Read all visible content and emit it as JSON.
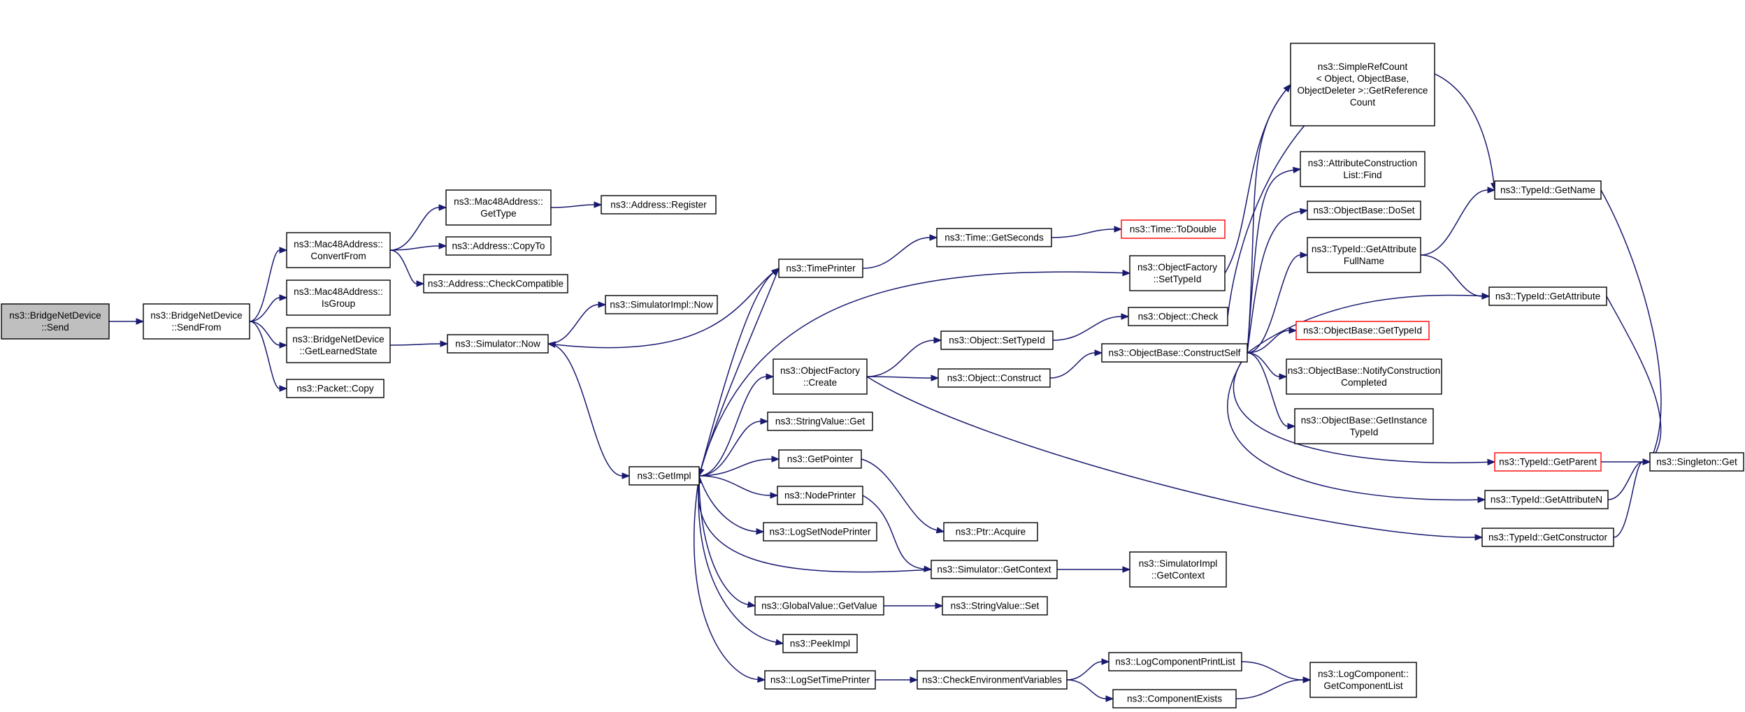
{
  "diagram": {
    "edge_color": "#191970",
    "root_fill": "#bfbfbf",
    "truncated_border_color": "#ff0000",
    "nodes": [
      {
        "id": "send",
        "lines": [
          "ns3::BridgeNetDevice",
          "::Send"
        ],
        "style": "root"
      },
      {
        "id": "sendfrom",
        "lines": [
          "ns3::BridgeNetDevice",
          "::SendFrom"
        ]
      },
      {
        "id": "convertfrom",
        "lines": [
          "ns3::Mac48Address::",
          "ConvertFrom"
        ]
      },
      {
        "id": "isgroup",
        "lines": [
          "ns3::Mac48Address::",
          "IsGroup"
        ]
      },
      {
        "id": "getlearned",
        "lines": [
          "ns3::BridgeNetDevice",
          "::GetLearnedState"
        ]
      },
      {
        "id": "pktcopy",
        "lines": [
          "ns3::Packet::Copy"
        ]
      },
      {
        "id": "mgettype",
        "lines": [
          "ns3::Mac48Address::",
          "GetType"
        ]
      },
      {
        "id": "acopyto",
        "lines": [
          "ns3::Address::CopyTo"
        ]
      },
      {
        "id": "acheck",
        "lines": [
          "ns3::Address::CheckCompatible"
        ]
      },
      {
        "id": "aregister",
        "lines": [
          "ns3::Address::Register"
        ]
      },
      {
        "id": "simnow",
        "lines": [
          "ns3::Simulator::Now"
        ]
      },
      {
        "id": "implnow",
        "lines": [
          "ns3::SimulatorImpl::Now"
        ]
      },
      {
        "id": "getimpl",
        "lines": [
          "ns3::GetImpl"
        ]
      },
      {
        "id": "timeprinter",
        "lines": [
          "ns3::TimePrinter"
        ]
      },
      {
        "id": "ofcreate",
        "lines": [
          "ns3::ObjectFactory",
          "::Create"
        ]
      },
      {
        "id": "strget",
        "lines": [
          "ns3::StringValue::Get"
        ]
      },
      {
        "id": "getpointer",
        "lines": [
          "ns3::GetPointer"
        ]
      },
      {
        "id": "nodeprinter",
        "lines": [
          "ns3::NodePrinter"
        ]
      },
      {
        "id": "logsetnode",
        "lines": [
          "ns3::LogSetNodePrinter"
        ]
      },
      {
        "id": "gvgetvalue",
        "lines": [
          "ns3::GlobalValue::GetValue"
        ]
      },
      {
        "id": "peekimpl",
        "lines": [
          "ns3::PeekImpl"
        ]
      },
      {
        "id": "logsettime",
        "lines": [
          "ns3::LogSetTimePrinter"
        ]
      },
      {
        "id": "getseconds",
        "lines": [
          "ns3::Time::GetSeconds"
        ]
      },
      {
        "id": "todouble",
        "lines": [
          "ns3::Time::ToDouble"
        ],
        "style": "truncated"
      },
      {
        "id": "ofsettypeid",
        "lines": [
          "ns3::ObjectFactory",
          "::SetTypeId"
        ]
      },
      {
        "id": "objsettypeid",
        "lines": [
          "ns3::Object::SetTypeId"
        ]
      },
      {
        "id": "objconstruct",
        "lines": [
          "ns3::Object::Construct"
        ]
      },
      {
        "id": "objcheck",
        "lines": [
          "ns3::Object::Check"
        ]
      },
      {
        "id": "ptracquire",
        "lines": [
          "ns3::Ptr::Acquire"
        ]
      },
      {
        "id": "simgetctx",
        "lines": [
          "ns3::Simulator::GetContext"
        ]
      },
      {
        "id": "implgetctx",
        "lines": [
          "ns3::SimulatorImpl",
          "::GetContext"
        ]
      },
      {
        "id": "strset",
        "lines": [
          "ns3::StringValue::Set"
        ]
      },
      {
        "id": "checkenv",
        "lines": [
          "ns3::CheckEnvironmentVariables"
        ]
      },
      {
        "id": "lcprintlist",
        "lines": [
          "ns3::LogComponentPrintList"
        ]
      },
      {
        "id": "compexists",
        "lines": [
          "ns3::ComponentExists"
        ]
      },
      {
        "id": "lcgetlist",
        "lines": [
          "ns3::LogComponent::",
          "GetComponentList"
        ]
      },
      {
        "id": "obconstructself",
        "lines": [
          "ns3::ObjectBase::ConstructSelf"
        ]
      },
      {
        "id": "simplerefcount",
        "lines": [
          "ns3::SimpleRefCount",
          "< Object, ObjectBase,",
          "ObjectDeleter >::GetReference",
          "Count"
        ]
      },
      {
        "id": "attrfind",
        "lines": [
          "ns3::AttributeConstruction",
          "List::Find"
        ]
      },
      {
        "id": "obdoset",
        "lines": [
          "ns3::ObjectBase::DoSet"
        ]
      },
      {
        "id": "tidgetattrfull",
        "lines": [
          "ns3::TypeId::GetAttribute",
          "FullName"
        ]
      },
      {
        "id": "obgettypeid",
        "lines": [
          "ns3::ObjectBase::GetTypeId"
        ],
        "style": "truncated"
      },
      {
        "id": "obnotify",
        "lines": [
          "ns3::ObjectBase::NotifyConstruction",
          "Completed"
        ]
      },
      {
        "id": "obgetinstance",
        "lines": [
          "ns3::ObjectBase::GetInstance",
          "TypeId"
        ]
      },
      {
        "id": "tidgetname",
        "lines": [
          "ns3::TypeId::GetName"
        ]
      },
      {
        "id": "tidgetattr",
        "lines": [
          "ns3::TypeId::GetAttribute"
        ]
      },
      {
        "id": "tidgetparent",
        "lines": [
          "ns3::TypeId::GetParent"
        ],
        "style": "truncated"
      },
      {
        "id": "tidgetattrn",
        "lines": [
          "ns3::TypeId::GetAttributeN"
        ]
      },
      {
        "id": "tidgetctor",
        "lines": [
          "ns3::TypeId::GetConstructor"
        ]
      },
      {
        "id": "singleton",
        "lines": [
          "ns3::Singleton::Get"
        ]
      }
    ],
    "edges": [
      [
        "send",
        "sendfrom"
      ],
      [
        "sendfrom",
        "convertfrom"
      ],
      [
        "sendfrom",
        "isgroup"
      ],
      [
        "sendfrom",
        "getlearned"
      ],
      [
        "sendfrom",
        "pktcopy"
      ],
      [
        "convertfrom",
        "mgettype"
      ],
      [
        "convertfrom",
        "acopyto"
      ],
      [
        "convertfrom",
        "acheck"
      ],
      [
        "mgettype",
        "aregister"
      ],
      [
        "getlearned",
        "simnow"
      ],
      [
        "simnow",
        "implnow"
      ],
      [
        "simnow",
        "getimpl"
      ],
      [
        "getimpl",
        "timeprinter"
      ],
      [
        "getimpl",
        "ofsettypeid"
      ],
      [
        "getimpl",
        "ofcreate"
      ],
      [
        "getimpl",
        "strget"
      ],
      [
        "getimpl",
        "getpointer"
      ],
      [
        "getimpl",
        "nodeprinter"
      ],
      [
        "getimpl",
        "logsetnode"
      ],
      [
        "getimpl",
        "gvgetvalue"
      ],
      [
        "getimpl",
        "peekimpl"
      ],
      [
        "getimpl",
        "logsettime"
      ],
      [
        "timeprinter",
        "simnow"
      ],
      [
        "timeprinter",
        "getseconds"
      ],
      [
        "timeprinter",
        "getimpl"
      ],
      [
        "getseconds",
        "todouble"
      ],
      [
        "ofcreate",
        "objsettypeid"
      ],
      [
        "ofcreate",
        "objconstruct"
      ],
      [
        "ofcreate",
        "tidgetctor"
      ],
      [
        "getpointer",
        "ptracquire"
      ],
      [
        "nodeprinter",
        "simgetctx"
      ],
      [
        "simgetctx",
        "getimpl"
      ],
      [
        "simgetctx",
        "implgetctx"
      ],
      [
        "gvgetvalue",
        "strset"
      ],
      [
        "logsettime",
        "checkenv"
      ],
      [
        "checkenv",
        "lcprintlist"
      ],
      [
        "checkenv",
        "compexists"
      ],
      [
        "lcprintlist",
        "lcgetlist"
      ],
      [
        "compexists",
        "lcgetlist"
      ],
      [
        "objsettypeid",
        "objcheck"
      ],
      [
        "objconstruct",
        "obconstructself"
      ],
      [
        "ofsettypeid",
        "simplerefcount"
      ],
      [
        "objcheck",
        "tidgetname"
      ],
      [
        "obconstructself",
        "simplerefcount"
      ],
      [
        "obconstructself",
        "attrfind"
      ],
      [
        "obconstructself",
        "obdoset"
      ],
      [
        "obconstructself",
        "tidgetattrfull"
      ],
      [
        "obconstructself",
        "tidgetattr"
      ],
      [
        "obconstructself",
        "obgettypeid"
      ],
      [
        "obconstructself",
        "obnotify"
      ],
      [
        "obconstructself",
        "obgetinstance"
      ],
      [
        "obconstructself",
        "tidgetparent"
      ],
      [
        "obconstructself",
        "tidgetattrn"
      ],
      [
        "tidgetattrfull",
        "tidgetname"
      ],
      [
        "tidgetattrfull",
        "tidgetattr"
      ],
      [
        "tidgetname",
        "singleton"
      ],
      [
        "tidgetattr",
        "singleton"
      ],
      [
        "tidgetparent",
        "singleton"
      ],
      [
        "tidgetattrn",
        "singleton"
      ],
      [
        "tidgetctor",
        "singleton"
      ]
    ]
  }
}
